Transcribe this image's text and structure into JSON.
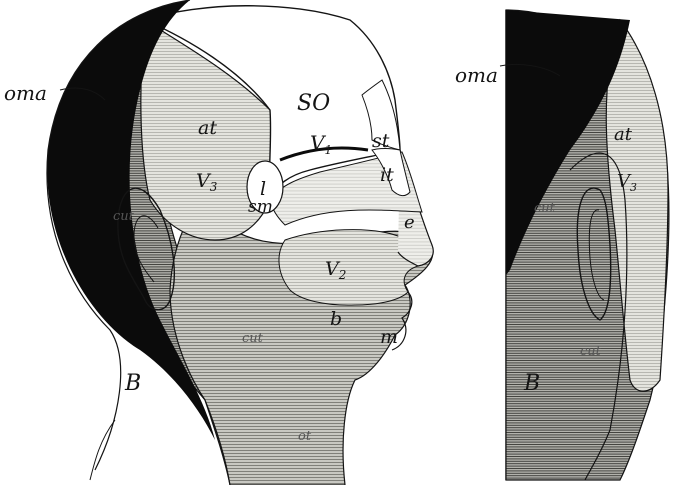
{
  "colors": {
    "paper": "#ffffff",
    "ink": "#141414",
    "light_shade": "#dcdcd6",
    "mid_shade": "#b9b9b3",
    "dark_shade": "#9c9c96",
    "black_region": "#0b0b0b"
  },
  "left_figure": {
    "labels": {
      "so": "SO",
      "oma": "oma",
      "at": "at",
      "v1": "V",
      "v1_sub": "1",
      "st": "st",
      "it": "it",
      "l": "l",
      "v3": "V",
      "v3_sub": "3",
      "sm": "sm",
      "e": "e",
      "v2": "V",
      "v2_sub": "2",
      "b": "b",
      "m": "m",
      "cut": "cut",
      "cut_neck": "cut",
      "ot": "ot",
      "b_occipital": "B"
    }
  },
  "right_figure": {
    "labels": {
      "oma": "oma",
      "at": "at",
      "v3": "V",
      "v3_sub": "3",
      "cut": "cut",
      "cut_lower": "cut",
      "b_occipital": "B"
    }
  }
}
